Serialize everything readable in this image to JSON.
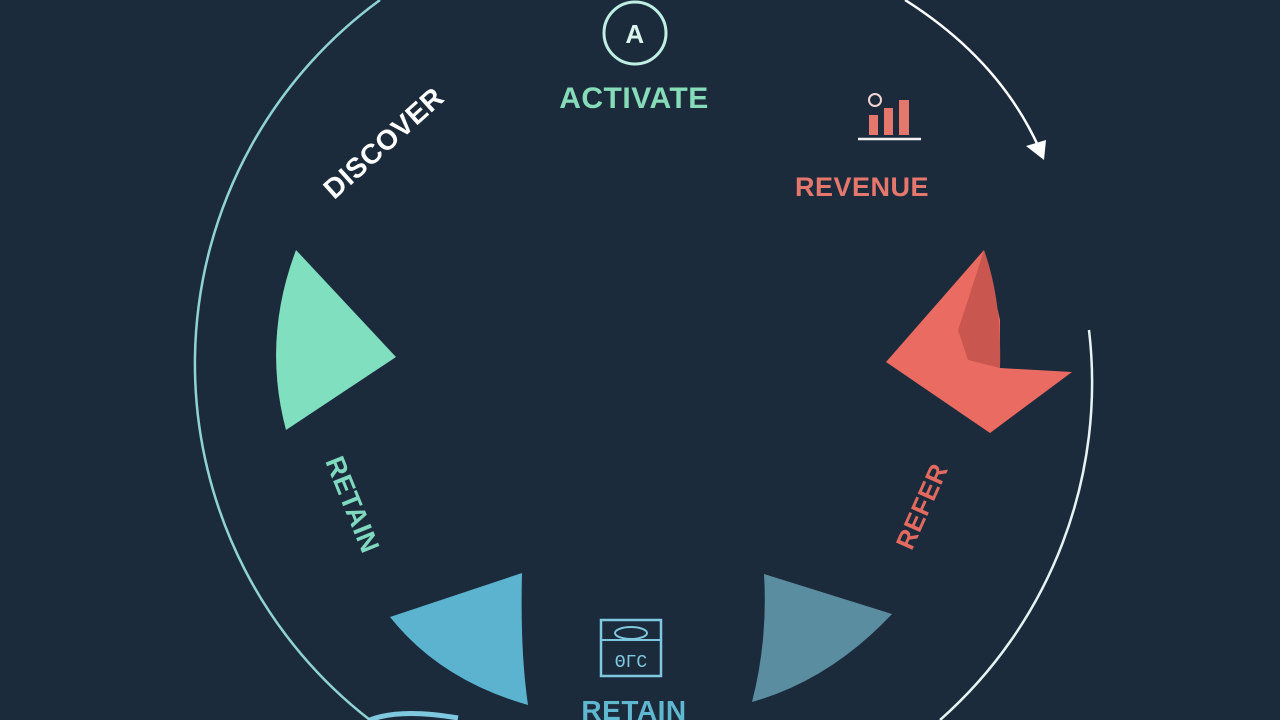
{
  "diagram": {
    "title": "",
    "background": "#1c2b3c",
    "ring_color": "#8fd3d6",
    "top_badge": {
      "letter": "A",
      "icon": "circle-letter-icon",
      "color": "#a9e7d6"
    },
    "stages": [
      {
        "id": "activate",
        "label": "ACTIVATE",
        "color": "#86dbb8"
      },
      {
        "id": "revenue",
        "label": "REVENUE",
        "color": "#e6776d",
        "icon": "bar-chart-icon"
      },
      {
        "id": "discover",
        "label": "DISCOVER",
        "color": "#ffffff"
      },
      {
        "id": "retain-left",
        "label": "RETAIN",
        "color": "#7fd9bf"
      },
      {
        "id": "refer",
        "label": "REFER",
        "color": "#e26a5f"
      },
      {
        "id": "retain-bottom",
        "label": "RETAIN",
        "color": "#5fb8cf",
        "icon": "box-chart-icon",
        "icon_text": "ΘΓC"
      }
    ],
    "wedges": [
      {
        "id": "left-wedge",
        "color": "#7fdfbf"
      },
      {
        "id": "right-wedge",
        "color": "#ea6b62"
      },
      {
        "id": "bottom-left-wedge",
        "color": "#5bb3cf"
      },
      {
        "id": "bottom-right-wedge",
        "color": "#5a8da0"
      }
    ],
    "arrow": {
      "icon": "cycle-arrow-icon",
      "color": "#ffffff"
    }
  }
}
